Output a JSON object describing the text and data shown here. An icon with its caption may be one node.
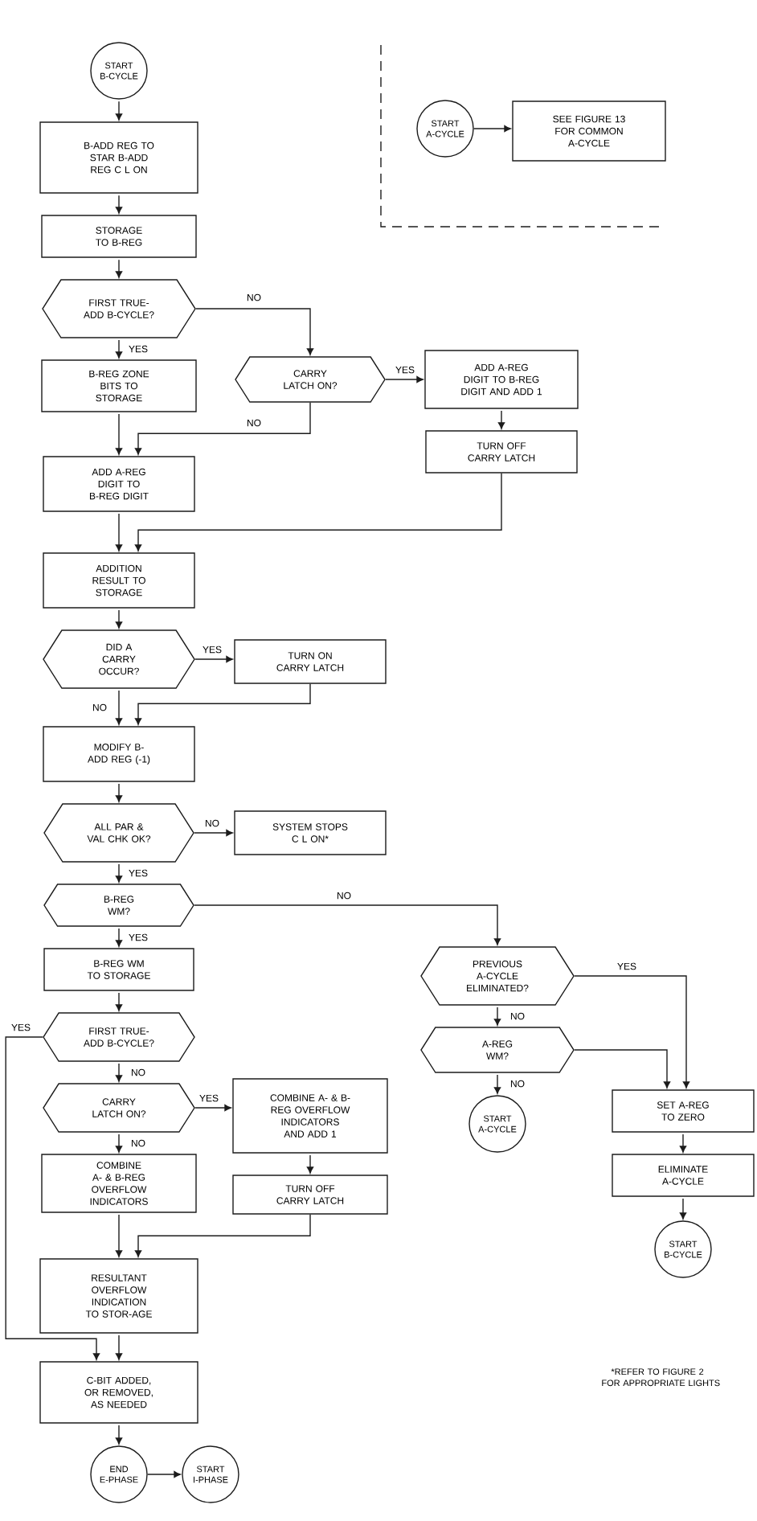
{
  "diagram": {
    "nodes": [
      {
        "text": [
          "START B-CYCLE"
        ]
      },
      {
        "text": [
          "START A-CYCLE"
        ]
      },
      {
        "text": [
          "SEE FIGURE 13 FOR COMMON A-CYCLE"
        ]
      },
      {
        "text": [
          "B-ADD REG TO STAR B-ADD REG C L ON"
        ]
      },
      {
        "text": [
          "STORAGE TO B-REG"
        ]
      },
      {
        "text": [
          "FIRST TRUE-ADD B-CYCLE?"
        ]
      },
      {
        "text": [
          "ADD A-REG DIGIT TO B-REG DIGIT AND ADD 1"
        ]
      },
      {
        "text": [
          "B-REG ZONE BITS TO STORAGE"
        ]
      },
      {
        "text": [
          "CARRY LATCH ON?"
        ]
      },
      {
        "text": [
          "TURN OFF CARRY LATCH"
        ]
      },
      {
        "text": [
          "ADD A-REG DIGIT TO B-REG DIGIT"
        ]
      },
      {
        "text": [
          "ADDITION RESULT TO STORAGE"
        ]
      },
      {
        "text": [
          "DID A CARRY OCCUR?"
        ]
      },
      {
        "text": [
          "TURN ON CARRY LATCH"
        ]
      },
      {
        "text": [
          "MODIFY B-ADD REG (-1)"
        ]
      },
      {
        "text": [
          "ALL PAR & VAL CHK OK?"
        ]
      },
      {
        "text": [
          "SYSTEM STOPS C L ON*"
        ]
      },
      {
        "text": [
          "B-REG WM?"
        ]
      },
      {
        "text": [
          "B-REG WM TO STORAGE"
        ]
      },
      {
        "text": [
          "PREVIOUS A-CYCLE ELIMINATED?"
        ]
      },
      {
        "text": [
          "FIRST TRUE-ADD B-CYCLE?"
        ]
      },
      {
        "text": [
          "A-REG WM?"
        ]
      },
      {
        "text": [
          "COMBINE A- & B-REG OVERFLOW INDICATORS AND ADD 1"
        ]
      },
      {
        "text": [
          "CARRY LATCH ON?"
        ]
      },
      {
        "text": [
          "SET A-REG TO ZERO"
        ]
      },
      {
        "text": [
          "START A-CYCLE"
        ]
      },
      {
        "text": [
          "ELIMINATE A-CYCLE"
        ]
      },
      {
        "text": [
          "COMBINE A- & B-REG OVERFLOW INDICATORS"
        ]
      },
      {
        "text": [
          "TURN OFF CARRY LATCH"
        ]
      },
      {
        "text": [
          "START B-CYCLE"
        ]
      },
      {
        "text": [
          "RESULTANT OVERFLOW INDICATION TO STOR-AGE"
        ]
      },
      {
        "text": [
          "C-BIT ADDED, OR REMOVED, AS NEEDED"
        ]
      },
      {
        "text": [
          "END E-PHASE"
        ]
      },
      {
        "text": [
          "START I-PHASE"
        ]
      }
    ],
    "edges": [
      {
        "from": 0,
        "to": 3,
        "arrow": "to"
      },
      {
        "from": 1,
        "to": 2,
        "arrow": "to"
      },
      {
        "from": 3,
        "to": 4,
        "arrow": "to"
      },
      {
        "from": 4,
        "to": 5,
        "arrow": "to"
      },
      {
        "from": 5,
        "to": 7,
        "arrow": "to",
        "label": "YES"
      },
      {
        "from": 5,
        "to": 8,
        "arrow": "to",
        "label": "NO"
      },
      {
        "from": 8,
        "to": 6,
        "arrow": "to",
        "label": "YES"
      },
      {
        "from": 8,
        "to": 10,
        "arrow": "to",
        "label": "NO"
      },
      {
        "from": 7,
        "to": 10,
        "arrow": "to"
      },
      {
        "from": 6,
        "to": 9,
        "arrow": "to"
      },
      {
        "from": 9,
        "to": 11,
        "arrow": "to"
      },
      {
        "from": 10,
        "to": 11,
        "arrow": "to"
      },
      {
        "from": 11,
        "to": 12,
        "arrow": "to"
      },
      {
        "from": 12,
        "to": 13,
        "arrow": "to",
        "label": "YES"
      },
      {
        "from": 12,
        "to": 14,
        "arrow": "to",
        "label": "NO"
      },
      {
        "from": 13,
        "to": 14,
        "arrow": "to"
      },
      {
        "from": 14,
        "to": 15,
        "arrow": "to"
      },
      {
        "from": 15,
        "to": 16,
        "arrow": "to",
        "label": "NO"
      },
      {
        "from": 15,
        "to": 17,
        "arrow": "to",
        "label": "YES"
      },
      {
        "from": 17,
        "to": 18,
        "arrow": "to",
        "label": "YES"
      },
      {
        "from": 17,
        "to": 19,
        "arrow": "to",
        "label": "NO"
      },
      {
        "from": 18,
        "to": 20,
        "arrow": "to"
      },
      {
        "from": 19,
        "to": 21,
        "arrow": "to",
        "label": "NO"
      },
      {
        "from": 19,
        "to": 24,
        "arrow": "to",
        "label": "YES"
      },
      {
        "from": 21,
        "to": 24,
        "arrow": "to"
      },
      {
        "from": 21,
        "to": 25,
        "arrow": "to",
        "label": "NO"
      },
      {
        "from": 20,
        "to": 23,
        "arrow": "to",
        "label": "NO"
      },
      {
        "from": 20,
        "to": 31,
        "arrow": "to",
        "label": "YES"
      },
      {
        "from": 23,
        "to": 22,
        "arrow": "to",
        "label": "YES"
      },
      {
        "from": 23,
        "to": 27,
        "arrow": "to",
        "label": "NO"
      },
      {
        "from": 22,
        "to": 28,
        "arrow": "to"
      },
      {
        "from": 28,
        "to": 30,
        "arrow": "to"
      },
      {
        "from": 27,
        "to": 30,
        "arrow": "to"
      },
      {
        "from": 24,
        "to": 26,
        "arrow": "to"
      },
      {
        "from": 26,
        "to": 29,
        "arrow": "to"
      },
      {
        "from": 30,
        "to": 31,
        "arrow": "to"
      },
      {
        "from": 31,
        "to": 32,
        "arrow": "to"
      },
      {
        "from": 32,
        "to": 33,
        "arrow": "to"
      }
    ],
    "labels": [
      "*REFER TO FIGURE 2 FOR APPROPRIATE LIGHTS"
    ]
  }
}
